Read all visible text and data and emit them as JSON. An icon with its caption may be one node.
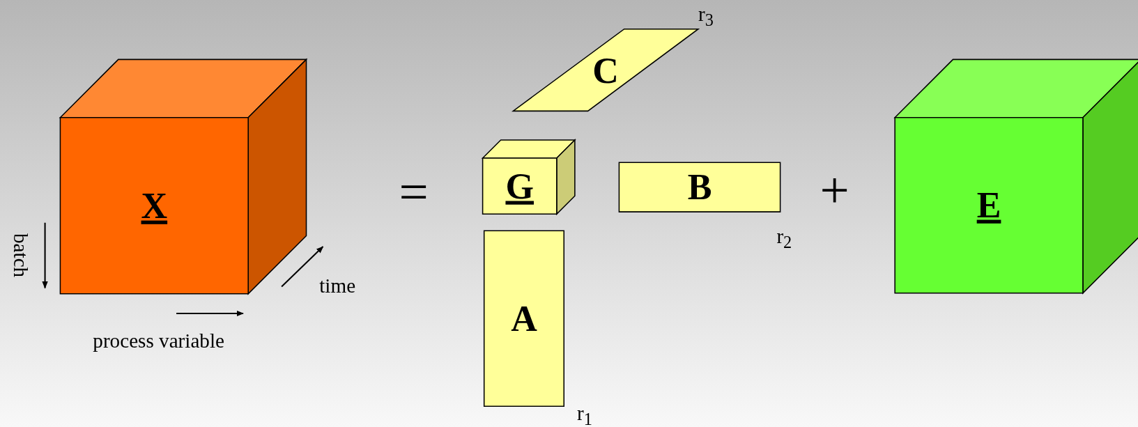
{
  "diagram": {
    "nodes": [
      {
        "text": [
          "X"
        ]
      },
      {
        "text": [
          "C"
        ],
        "beside": [
          "r$_{3}$"
        ]
      },
      {
        "text": [
          "G"
        ]
      },
      {
        "text": [
          "B"
        ],
        "beside": [
          "r$_{2}$"
        ]
      },
      {
        "text": [
          "A"
        ],
        "beside": [
          "r$_{1}$"
        ]
      },
      {
        "text": [
          "E"
        ]
      }
    ],
    "labels": [
      "=",
      "+",
      "batch",
      "time",
      "process variable"
    ]
  }
}
